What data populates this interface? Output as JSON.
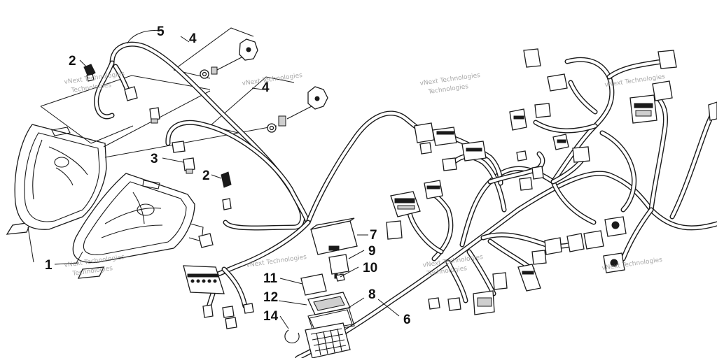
{
  "diagram": {
    "callouts": [
      {
        "id": "c1",
        "text": "1"
      },
      {
        "id": "c2a",
        "text": "2"
      },
      {
        "id": "c2b",
        "text": "2"
      },
      {
        "id": "c3",
        "text": "3"
      },
      {
        "id": "c4a",
        "text": "4"
      },
      {
        "id": "c4b",
        "text": "4"
      },
      {
        "id": "c5",
        "text": "5"
      },
      {
        "id": "c6",
        "text": "6"
      },
      {
        "id": "c7",
        "text": "7"
      },
      {
        "id": "c8",
        "text": "8"
      },
      {
        "id": "c9",
        "text": "9"
      },
      {
        "id": "c10",
        "text": "10"
      },
      {
        "id": "c11",
        "text": "11"
      },
      {
        "id": "c12",
        "text": "12"
      },
      {
        "id": "c14",
        "text": "14"
      }
    ],
    "watermark": {
      "line1": "vNext Technologies",
      "line2": "Technologies"
    },
    "colors": {
      "line": "#1a1a1a",
      "background": "#ffffff",
      "watermark": "#8a8a8a"
    }
  }
}
